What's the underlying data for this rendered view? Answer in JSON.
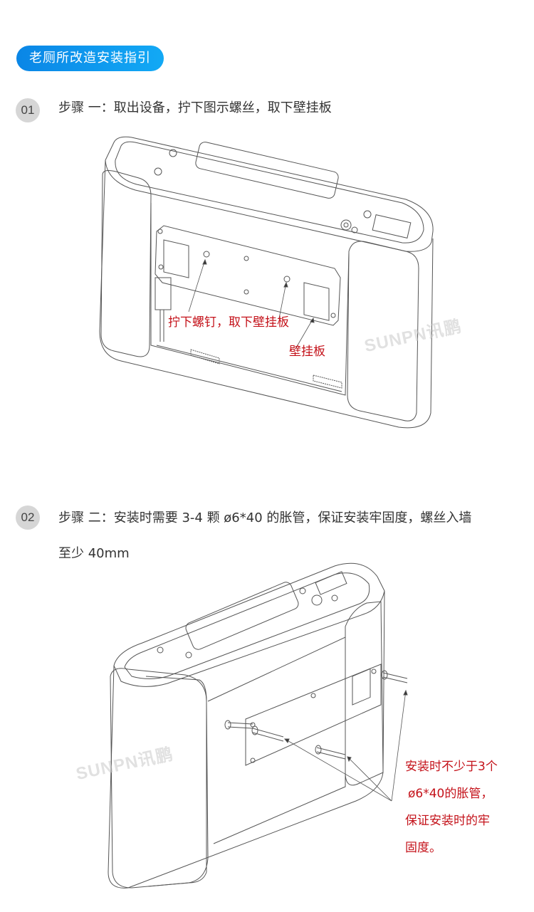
{
  "header": {
    "title": "老厕所改造安装指引",
    "accent_color": "#0a86e6"
  },
  "steps": [
    {
      "number": "01",
      "text": "步骤 一：取出设备，拧下图示螺丝，取下壁挂板",
      "callouts": [
        "拧下螺钉，取下壁挂板",
        "壁挂板"
      ],
      "watermark": "SUNPN讯鹏"
    },
    {
      "number": "02",
      "text_line1": "步骤 二：安装时需要 3-4 颗 ø6*40 的胀管，保证安装牢固度，螺丝入墙",
      "text_line2": "至少 40mm",
      "callout_lines": [
        "安装时不少于3个",
        " ø6*40的胀管，",
        "保证安装时的牢",
        "固度。"
      ],
      "watermark": "SUNPN讯鹏"
    }
  ],
  "colors": {
    "callout": "#c4121a",
    "badge_bg": "#d6d6d6"
  }
}
